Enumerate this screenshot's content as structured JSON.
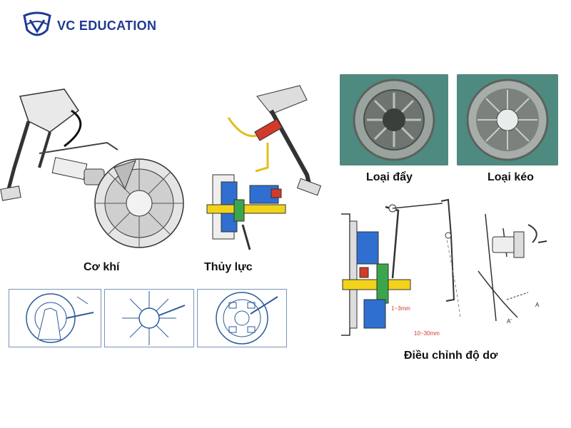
{
  "brand": {
    "name": "VC EDUCATION",
    "color": "#1f3a93"
  },
  "captions": {
    "mechanical": "Cơ khí",
    "hydraulic": "Thủy lực",
    "push_type": "Loại đẩy",
    "pull_type": "Loại kéo",
    "free_play": "Điều chỉnh độ dơ"
  },
  "dimensions": {
    "gap": "1~3mm",
    "pedal_play": "10~30mm",
    "angle_a": "A'",
    "angle_a2": "A"
  },
  "colors": {
    "accent_blue": "#2f6fd0",
    "accent_yellow": "#f2d31a",
    "accent_green": "#3aa54a",
    "accent_red": "#d23a2a",
    "photo_bg": "#4f8a80"
  }
}
